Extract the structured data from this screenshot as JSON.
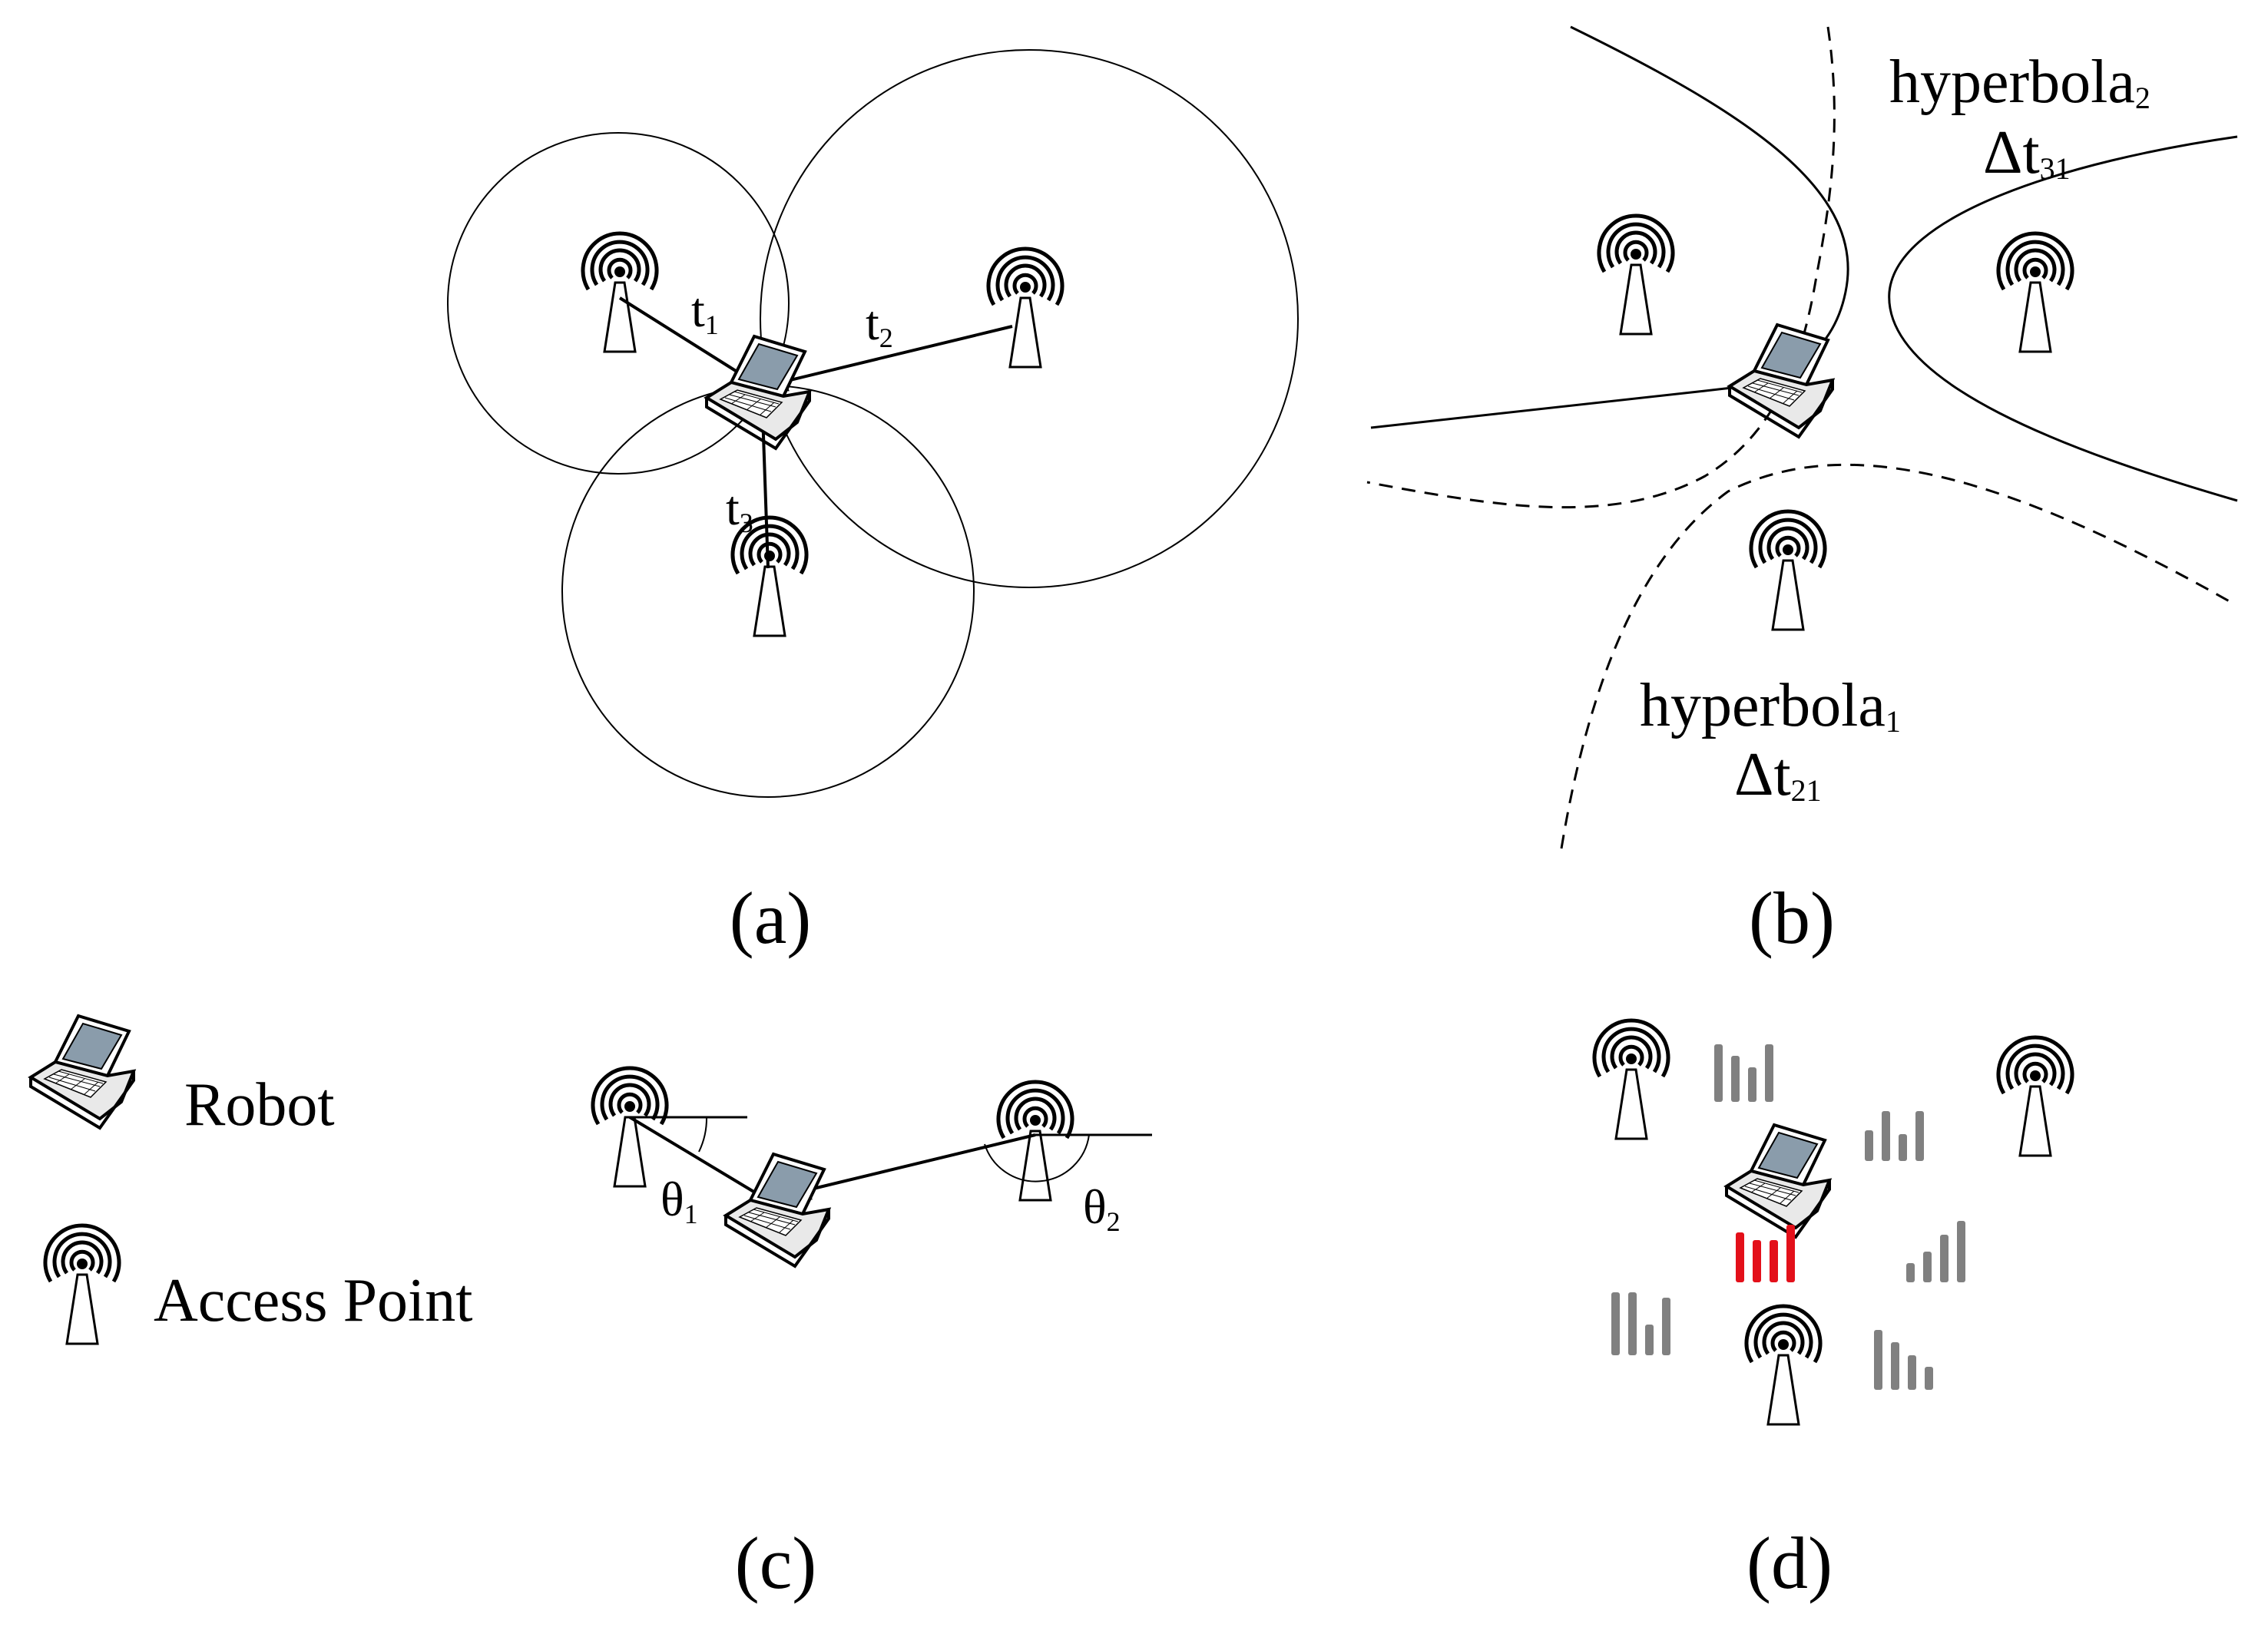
{
  "panels": {
    "a": {
      "caption": "(a)",
      "labels": {
        "t1": {
          "base": "t",
          "sub": "1"
        },
        "t2": {
          "base": "t",
          "sub": "2"
        },
        "t3": {
          "base": "t",
          "sub": "3"
        }
      }
    },
    "b": {
      "caption": "(b)",
      "hyperbola1": {
        "name": "hyperbola",
        "sub": "1",
        "delta": "Δt",
        "delta_sub": "21"
      },
      "hyperbola2": {
        "name": "hyperbola",
        "sub": "2",
        "delta": "Δt",
        "delta_sub": "31"
      }
    },
    "c": {
      "caption": "(c)",
      "labels": {
        "theta1": {
          "base": "θ",
          "sub": "1"
        },
        "theta2": {
          "base": "θ",
          "sub": "2"
        }
      }
    },
    "d": {
      "caption": "(d)",
      "highlight_color": "#e3101a",
      "bar_color": "#808080"
    }
  },
  "legend": {
    "robot": "Robot",
    "access_point": "Access Point"
  },
  "icons": {
    "robot": "laptop-icon",
    "access_point": "antenna-tower-icon"
  }
}
